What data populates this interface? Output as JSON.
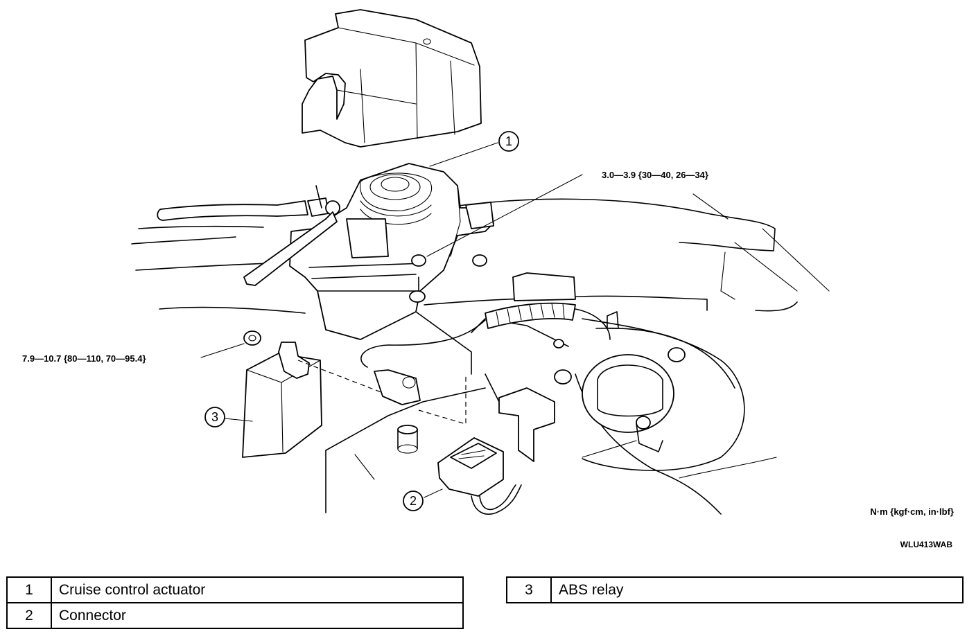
{
  "diagram": {
    "callouts": [
      {
        "number": "1",
        "name": "Cruise control actuator"
      },
      {
        "number": "2",
        "name": "Connector"
      },
      {
        "number": "3",
        "name": "ABS relay"
      }
    ],
    "torque_specs": {
      "upper": "3.0—3.9 {30—40, 26—34}",
      "left": "7.9—10.7 {80—110, 70—95.4}"
    },
    "units_note": "N·m {kgf·cm, in·lbf}",
    "figure_code": "WLU413WAB"
  },
  "legend": {
    "left_rows": [
      {
        "number": "1",
        "name": "Cruise control actuator"
      },
      {
        "number": "2",
        "name": "Connector"
      }
    ],
    "right_rows": [
      {
        "number": "3",
        "name": "ABS relay"
      }
    ]
  }
}
